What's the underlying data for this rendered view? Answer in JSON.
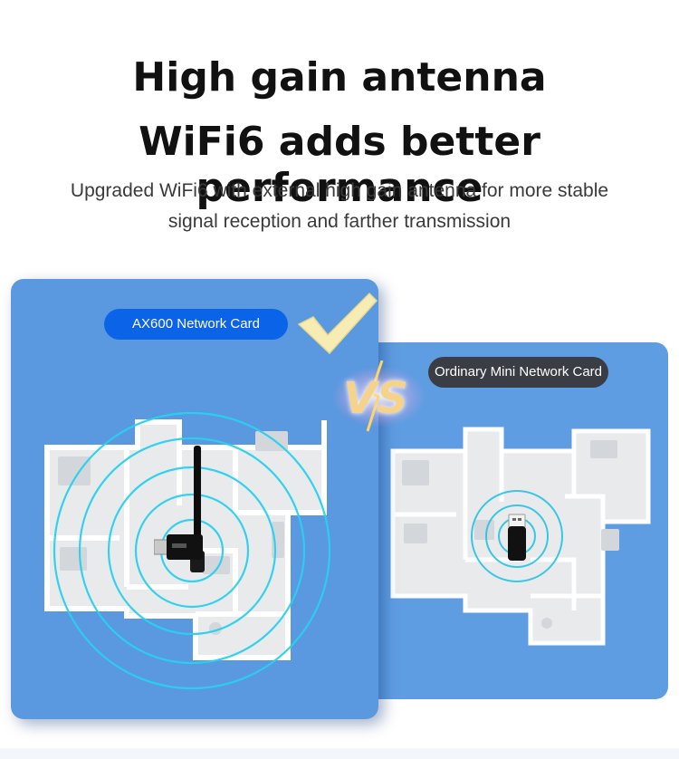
{
  "headline": {
    "line1": "High gain antenna",
    "line2": "WiFi6 adds better performance"
  },
  "subtitle": {
    "line1": "Upgraded WiFi6 with external high gain antenna for more stable",
    "line2": "signal reception and farther transmission"
  },
  "comparison": {
    "left_label": "AX600 Network Card",
    "right_label": "Ordinary Mini Network Card",
    "vs_text": "VS"
  },
  "colors": {
    "panel_blue": "#5a98df",
    "left_pill": "#0b63e8",
    "right_pill": "#3b3d44",
    "check": "#f6ecb4"
  },
  "icons": [
    "checkmark-icon",
    "vs-badge",
    "usb-adapter-with-antenna",
    "mini-usb-adapter",
    "signal-rings",
    "floorplan"
  ]
}
